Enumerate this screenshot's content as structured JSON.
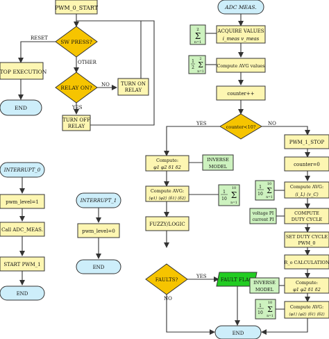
{
  "diagram": {
    "colors": {
      "process": "#fdf6b2",
      "terminal": "#cdeefa",
      "decision": "#f6c400",
      "formula": "#cdf2bf",
      "fault": "#22cc22",
      "stroke": "#333333"
    },
    "nodes": {
      "pwm0_start": "PWM_0_START",
      "sw_press": "SW PRESS?",
      "stop_exec": "STOP EXECUTION",
      "end_top": "END",
      "relay_on": "RELAY ON?",
      "turn_on_relay_1": "TURN ON",
      "turn_on_relay_2": "RELAY",
      "turn_off_relay_1": "TURN OFF",
      "turn_off_relay_2": "RELAY",
      "interrupt0": "INTERRUPT_0",
      "pwm_level_1": "pwm_level=1",
      "call_adc": "Call ADC_MEAS.",
      "start_pwm1": "START PWM_1",
      "end_int0": "END",
      "interrupt1": "INTERRUPT_1",
      "pwm_level_0": "pwm_level=0",
      "end_int1": "END",
      "adc_meas": "ADC MEAS.",
      "acquire_1": "ACQUIRE VALUES",
      "acquire_2": "i_meas  v_meas",
      "sum_big_top": "2",
      "sum_big_bottom": "n=1",
      "compute_avg_values": "Compute AVG values",
      "half_top": "1",
      "half_bottom": "2",
      "sum_half_top": "2",
      "sum_half_bottom": "n=1",
      "counter_inc": "counter++",
      "counter_cond": "counter<10?",
      "compute_phi_1": "Compute:",
      "compute_phi_2": "φ1 φ2 δ1 δ2",
      "inverse_model_l_1": "INVERSE",
      "inverse_model_l_2": "MODEL",
      "compute_avg_l_1": "Compute AVG:",
      "compute_avg_l_2": "⟨φ1⟩ ⟨φ2⟩ ⟨δ1⟩ ⟨δ2⟩",
      "tenth_l_top": "1",
      "tenth_l_bottom": "10",
      "sum_l_top": "10",
      "sum_l_bottom": "n=1",
      "fuzzy": "FUZZY/LOGIC",
      "faults": "FAULTS?",
      "fault_flag": "FAULT FLAG",
      "end_bottom": "END",
      "pwm1_stop": "PWM_1_STOP",
      "counter_zero": "counter=0",
      "compute_avg_r_1": "Compute AVG:",
      "compute_avg_r_2": "⟨i_L⟩   ⟨v_C⟩",
      "tenth_r_top": "1",
      "tenth_r_bottom": "10",
      "sum_r_top": "10",
      "sum_r_bottom": "n=1",
      "voltage_pi": "voltage PI",
      "current_pi": "current PI",
      "compute_duty_1": "COMPUTE",
      "compute_duty_2": "DUTY CYCLE",
      "set_duty_1": "SET DUTY CYCLE",
      "set_duty_2": "PWM_0",
      "ro_calc": "R_o CALCULATION",
      "inverse_model_r_1": "INVERSE",
      "inverse_model_r_2": "MODEL",
      "compute_phi_r_1": "Compute:",
      "compute_phi_r_2": "φ1 φ2 δ1 δ2",
      "compute_avg_r2_1": "Compute AVG:",
      "compute_avg_r2_2": "⟨φ1⟩ ⟨φ2⟩ ⟨δ1⟩ ⟨δ2⟩",
      "tenth_r2_top": "1",
      "tenth_r2_bottom": "10",
      "sum_r2_top": "10",
      "sum_r2_bottom": "n=1"
    },
    "edge_labels": {
      "reset": "RESET",
      "other": "OTHER",
      "no_relay": "NO",
      "yes_relay": "YES",
      "yes_counter": "YES",
      "no_counter": "NO",
      "yes_faults": "YES",
      "no_faults": "NO"
    }
  }
}
